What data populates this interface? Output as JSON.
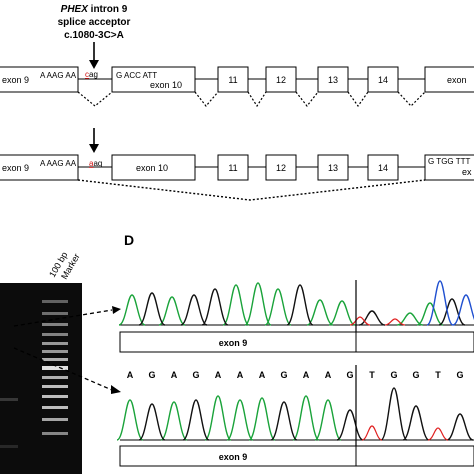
{
  "header": {
    "gene": "PHEX",
    "title_rest": " intron 9",
    "line2": "splice acceptor",
    "line3": "c.1080-3C>A"
  },
  "top_diagram": {
    "exon9_label": "exon 9",
    "exon9_seq": "A AAG AA",
    "acceptor_mut": "c",
    "acceptor_rest": "ag",
    "exon10_seq": "G ACC ATT",
    "exon10_label": "exon 10",
    "exon_numbers": [
      "11",
      "12",
      "13",
      "14"
    ],
    "last_exon_label": "exon"
  },
  "bottom_diagram": {
    "exon9_label": "exon 9",
    "exon9_seq": "A AAG AA",
    "acceptor_mut": "a",
    "acceptor_rest": "ag",
    "exon10_label": "exon 10",
    "exon_numbers": [
      "11",
      "12",
      "13",
      "14"
    ],
    "last_exon_seq": "G TGG TTT",
    "last_exon_label": "ex"
  },
  "gel": {
    "marker_label_line1": "100 bp",
    "marker_label_line2": "Marker"
  },
  "panel_d": {
    "panel_label": "D",
    "trace1_exon_label": "exon 9",
    "trace2_exon_label": "exon 9",
    "bases": [
      "A",
      "G",
      "A",
      "G",
      "A",
      "A",
      "A",
      "G",
      "A",
      "A",
      "G",
      "T",
      "G",
      "G",
      "T",
      "G"
    ],
    "base_colors": {
      "A": "#1aa33a",
      "G": "#111111",
      "T": "#e02020",
      "C": "#2050d0"
    }
  }
}
